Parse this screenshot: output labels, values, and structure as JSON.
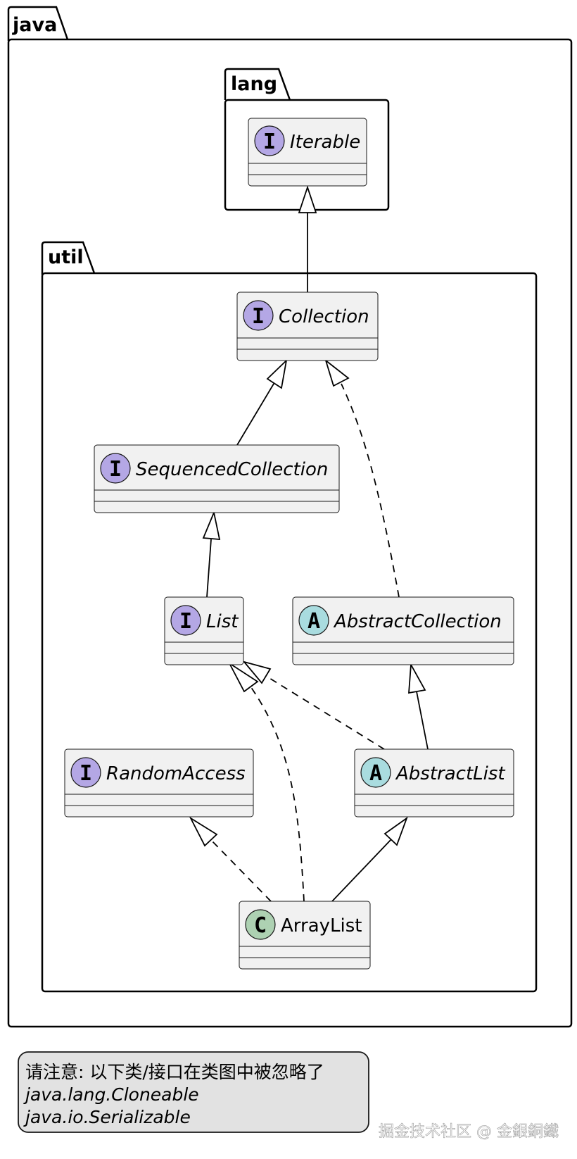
{
  "packages": {
    "java": "java",
    "lang": "lang",
    "util": "util"
  },
  "classes": [
    {
      "id": "iterable",
      "name": "Iterable",
      "kind": "I",
      "italic": true
    },
    {
      "id": "collection",
      "name": "Collection",
      "kind": "I",
      "italic": true
    },
    {
      "id": "sequenced",
      "name": "SequencedCollection",
      "kind": "I",
      "italic": true
    },
    {
      "id": "list",
      "name": "List",
      "kind": "I",
      "italic": true
    },
    {
      "id": "abscoll",
      "name": "AbstractCollection",
      "kind": "A",
      "italic": true
    },
    {
      "id": "random",
      "name": "RandomAccess",
      "kind": "I",
      "italic": true
    },
    {
      "id": "abslist",
      "name": "AbstractList",
      "kind": "A",
      "italic": true
    },
    {
      "id": "arraylist",
      "name": "ArrayList",
      "kind": "C",
      "italic": false
    }
  ],
  "stereotype_colors": {
    "I": "#b4a7e5",
    "A": "#a9dcdf",
    "C": "#add1b2"
  },
  "relations": [
    {
      "from": "collection",
      "to": "iterable",
      "type": "extends"
    },
    {
      "from": "sequenced",
      "to": "collection",
      "type": "extends"
    },
    {
      "from": "abscoll",
      "to": "collection",
      "type": "implements"
    },
    {
      "from": "list",
      "to": "sequenced",
      "type": "extends"
    },
    {
      "from": "abslist",
      "to": "abscoll",
      "type": "extends"
    },
    {
      "from": "abslist",
      "to": "list",
      "type": "implements"
    },
    {
      "from": "arraylist",
      "to": "list",
      "type": "implements"
    },
    {
      "from": "arraylist",
      "to": "random",
      "type": "implements"
    },
    {
      "from": "arraylist",
      "to": "abslist",
      "type": "extends"
    }
  ],
  "note": {
    "line1": "请注意: 以下类/接口在类图中被忽略了",
    "line2": "java.lang.Cloneable",
    "line3": "java.io.Serializable"
  },
  "watermark": "掘金技术社区 @ 金銀銅鐵"
}
